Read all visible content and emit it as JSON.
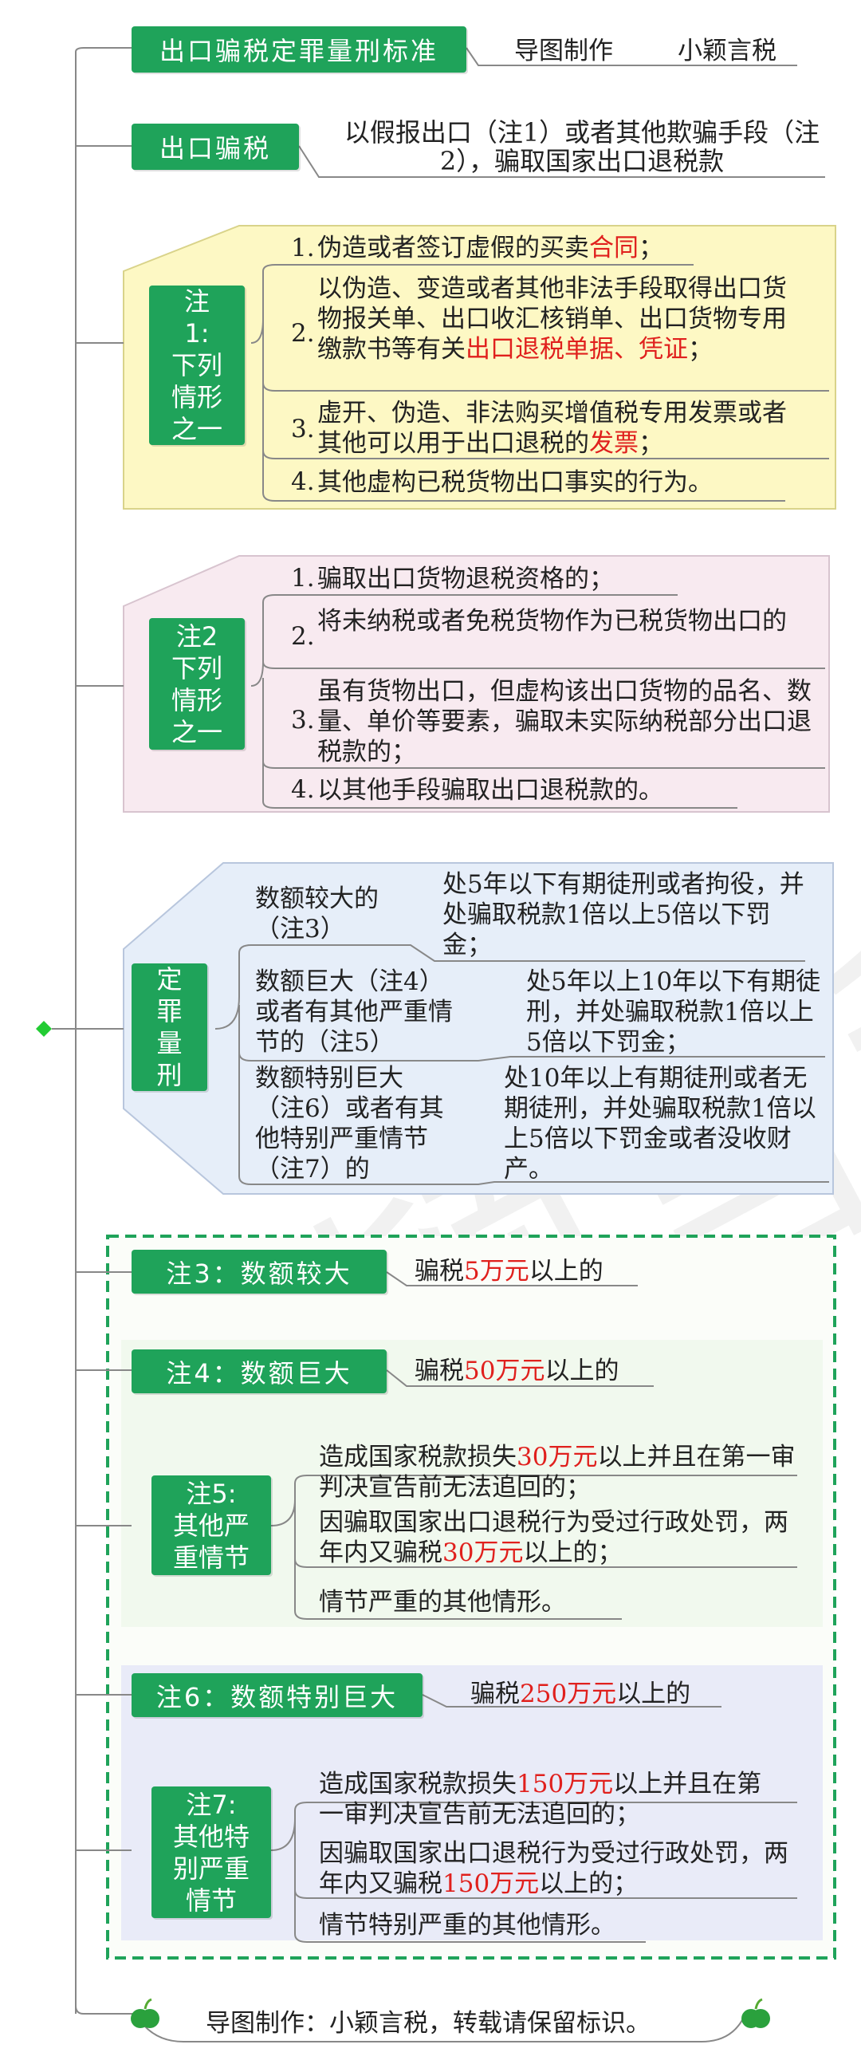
{
  "header": {
    "title": "出口骗税定罪量刑标准",
    "maker_label": "导图制作",
    "maker_name": "小颖言税"
  },
  "definition": {
    "label": "出口骗税",
    "text": "以假报出口（注1）或者其他欺骗手段（注2），骗取国家出口退税款"
  },
  "note1": {
    "label_lines": [
      "注",
      "1:",
      "下列",
      "情形",
      "之一"
    ],
    "items": [
      {
        "num": "1.",
        "text": "伪造或者签订虚假的买卖",
        "red": "合同",
        "tail": "；"
      },
      {
        "num": "2.",
        "text": "以伪造、变造或者其他非法手段取得出口货物报关单、出口收汇核销单、出口货物专用缴款书等有关",
        "red": "出口退税单据、凭证",
        "tail": "；"
      },
      {
        "num": "3.",
        "text": "虚开、伪造、非法购买增值税专用发票或者其他可以用于出口退税的",
        "red": "发票",
        "tail": "；"
      },
      {
        "num": "4.",
        "text": "其他虚构已税货物出口事实的行为。",
        "red": "",
        "tail": ""
      }
    ]
  },
  "note2": {
    "label_lines": [
      "注2",
      "下列",
      "情形",
      "之一"
    ],
    "items": [
      {
        "num": "1.",
        "text": "骗取出口货物退税资格的；"
      },
      {
        "num": "2.",
        "text": "将未纳税或者免税货物作为已税货物出口的"
      },
      {
        "num": "3.",
        "text": "虽有货物出口，但虚构该出口货物的品名、数量、单价等要素，骗取未实际纳税部分出口退税款的；"
      },
      {
        "num": "4.",
        "text": "以其他手段骗取出口退税款的。"
      }
    ]
  },
  "sentencing": {
    "label_lines": [
      "定",
      "罪",
      "量",
      "刑"
    ],
    "rows": [
      {
        "condition": "数额较大的（注3）",
        "penalty": "处5年以下有期徒刑或者拘役，并处骗取税款1倍以上5倍以下罚金；"
      },
      {
        "condition": "数额巨大（注4）或者有其他严重情节的（注5）",
        "penalty": "处5年以上10年以下有期徒刑，并处骗取税款1倍以上5倍以下罚金；"
      },
      {
        "condition": "数额特别巨大（注6）或者有其他特别严重情节（注7）的",
        "penalty": "处10年以上有期徒刑或者无期徒刑，并处骗取税款1倍以上5倍以下罚金或者没收财产。"
      }
    ]
  },
  "note3": {
    "label": "注3：数额较大",
    "pre": "骗税",
    "red": "5万元",
    "post": "以上的"
  },
  "note4": {
    "label": "注4：数额巨大",
    "pre": "骗税",
    "red": "50万元",
    "post": "以上的"
  },
  "note5": {
    "label_lines": [
      "注5:",
      "其他严",
      "重情节"
    ],
    "items": [
      {
        "pre": "造成国家税款损失",
        "red": "30万元",
        "post": "以上并且在第一审判决宣告前无法追回的；"
      },
      {
        "pre": "因骗取国家出口退税行为受过行政处罚，两年内又骗税",
        "red": "30万元",
        "post": "以上的；"
      },
      {
        "pre": "情节严重的其他情形。",
        "red": "",
        "post": ""
      }
    ]
  },
  "note6": {
    "label": "注6：数额特别巨大",
    "pre": "骗税",
    "red": "250万元",
    "post": "以上的"
  },
  "note7": {
    "label_lines": [
      "注7:",
      "其他特",
      "别严重",
      "情节"
    ],
    "items": [
      {
        "pre": "造成国家税款损失",
        "red": "150万元",
        "post": "以上并且在第一审判决宣告前无法追回的；"
      },
      {
        "pre": "因骗取国家出口退税行为受过行政处罚，两年内又骗税",
        "red": "150万元",
        "post": "以上的；"
      },
      {
        "pre": "情节特别严重的其他情形。",
        "red": "",
        "post": ""
      }
    ]
  },
  "footer": {
    "text": "导图制作：小颖言税，转载请保留标识。"
  },
  "watermark": "小颖言税",
  "colors": {
    "green": "#1fa35a",
    "red": "#e0201d",
    "yellow_panel": "#fdf8c4",
    "pink_panel": "#f8eaf0",
    "blue_panel": "#e6eef9",
    "green_panel": "#f1f9ee",
    "lavender_panel": "#e9ebf8"
  }
}
